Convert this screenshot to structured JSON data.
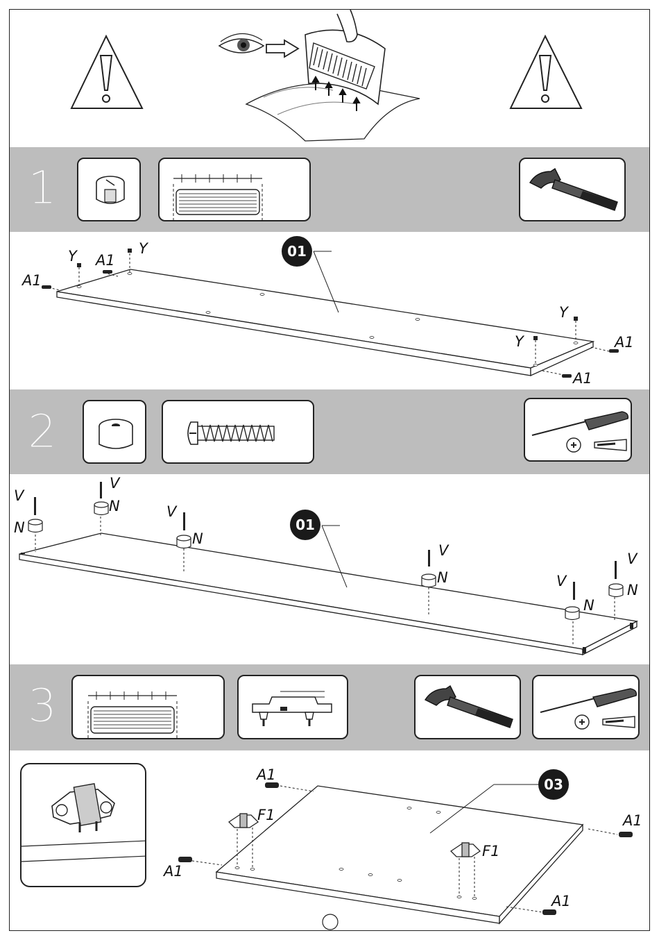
{
  "steps": [
    {
      "number": "1"
    },
    {
      "number": "2"
    },
    {
      "number": "3"
    }
  ],
  "parts": {
    "panel_1": "01",
    "panel_2": "01",
    "panel_3": "03"
  },
  "labels": {
    "step1": {
      "a1": "A1",
      "y": "Y"
    },
    "step2": {
      "v": "V",
      "n": "N"
    },
    "step3": {
      "a1": "A1",
      "f1": "F1"
    }
  },
  "icons": {
    "warning": "warning-triangle-icon",
    "read": "eye-read-instructions-icon",
    "cam_lock": "cam-lock-icon",
    "dowel": "wooden-dowel-icon",
    "spacer": "cylinder-spacer-icon",
    "screw": "screw-icon",
    "hinge_plate": "hinge-mounting-plate-icon",
    "hammer": "hammer-icon",
    "screwdriver": "phillips-screwdriver-icon"
  },
  "colors": {
    "band": "#bdbdbd",
    "line": "#222222",
    "badge": "#1a1a1a"
  }
}
